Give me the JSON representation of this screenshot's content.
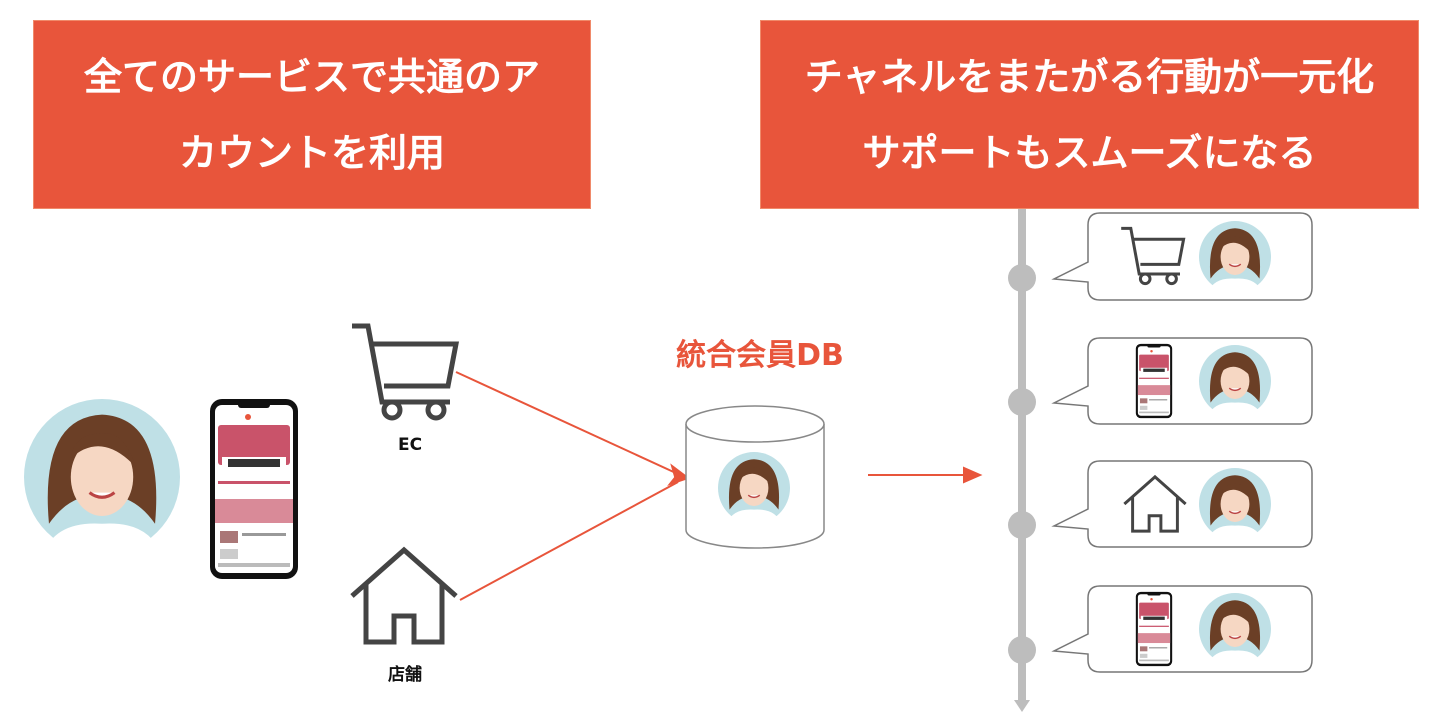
{
  "left_banner": {
    "line1": "全てのサービスで共通のア",
    "line2": "カウントを利用"
  },
  "right_banner": {
    "line1": "チャネルをまたがる行動が一元化",
    "line2": "サポートもスムーズになる"
  },
  "channels": {
    "ec_label": "EC",
    "store_label": "店舗"
  },
  "database": {
    "label": "統合会員DB"
  },
  "timeline": {
    "events": [
      "cart-icon",
      "phone-app-icon",
      "house-icon",
      "phone-app-icon"
    ]
  },
  "colors": {
    "accent": "#E8553B",
    "timeline": "#BDBDBD",
    "icon": "#444444"
  }
}
